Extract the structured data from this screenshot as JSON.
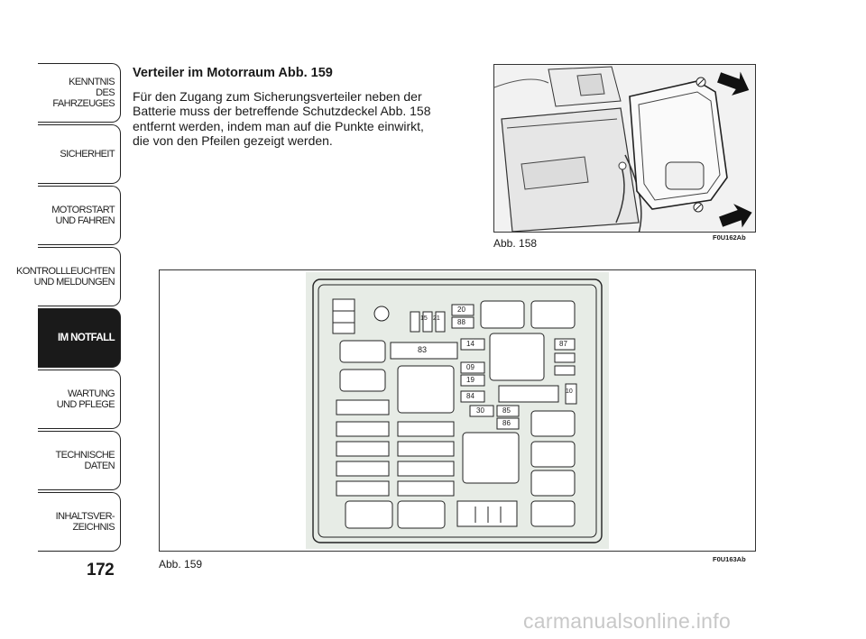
{
  "sidebar": {
    "tabs": [
      {
        "label": "KENNTNIS\nDES FAHRZEUGES",
        "active": false
      },
      {
        "label": "SICHERHEIT",
        "active": false
      },
      {
        "label": "MOTORSTART\nUND FAHREN",
        "active": false
      },
      {
        "label": "KONTROLLLEUCHTEN\nUND MELDUNGEN",
        "active": false
      },
      {
        "label": "IM NOTFALL",
        "active": true
      },
      {
        "label": "WARTUNG\nUND PFLEGE",
        "active": false
      },
      {
        "label": "TECHNISCHE\nDATEN",
        "active": false
      },
      {
        "label": "INHALTSVER-\nZEICHNIS",
        "active": false
      }
    ]
  },
  "page_number": "172",
  "content": {
    "heading": "Verteiler im Motorraum Abb. 159",
    "paragraph": "Für den Zugang zum Sicherungsverteiler neben der Batterie muss der betreffende Schutzdeckel Abb. 158 entfernt werden, indem man auf die Punkte einwirkt, die von den Pfeilen gezeigt werden."
  },
  "figure_158": {
    "caption": "Abb. 158",
    "code": "F0U162Ab"
  },
  "figure_159": {
    "caption": "Abb. 159",
    "code": "F0U163Ab",
    "fuse_labels": [
      "20",
      "15",
      "21",
      "88",
      "83",
      "14",
      "87",
      "09",
      "19",
      "84",
      "10",
      "30",
      "85",
      "86"
    ]
  },
  "watermark": "carmanualsonline.info"
}
